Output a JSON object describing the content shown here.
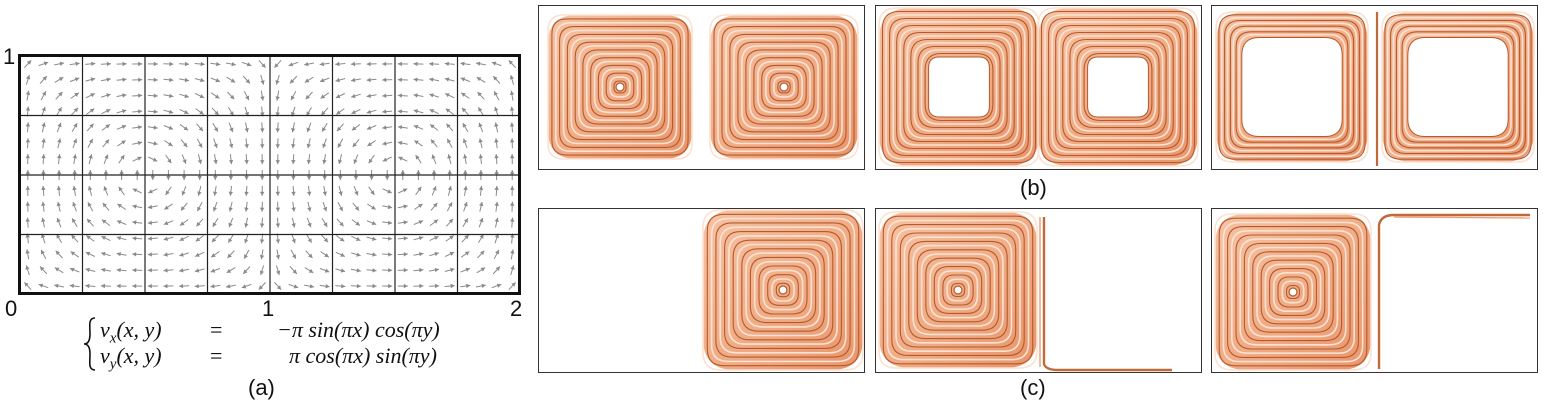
{
  "panel_a": {
    "axis_ticks": {
      "x0": "0",
      "x1": "1",
      "x2": "2",
      "y1": "1"
    },
    "equation": {
      "lhs_x": "v",
      "sub_x": "x",
      "args_x": "(x, y)",
      "eq_x": "=",
      "rhs_x": "−π sin(πx) cos(πy)",
      "lhs_y": "v",
      "sub_y": "y",
      "args_y": "(x, y)",
      "eq_y": "=",
      "rhs_y": "π cos(πx) sin(πy)"
    },
    "caption": "(a)"
  },
  "panel_b": {
    "caption": "(b)"
  },
  "panel_c": {
    "caption": "(c)"
  },
  "colors": {
    "copper_light": "#f6c3a4",
    "copper_mid": "#e9946a",
    "copper_dark": "#b45a2e",
    "arrow": "#8a8a8a",
    "grid": "#222222"
  }
}
